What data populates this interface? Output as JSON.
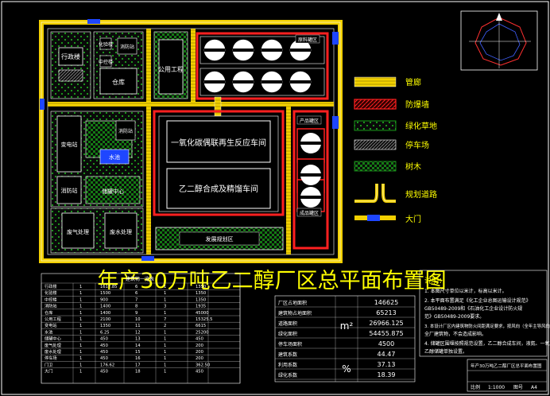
{
  "drawing": {
    "title": "年产30万吨乙二醇厂区总平面布置图",
    "colors": {
      "background": "#000000",
      "road": "#f2d000",
      "road_edge": "#ffffff",
      "border": "#ffffff",
      "fire_wall": "#ff2020",
      "greenery": "#20c020",
      "trees": "#20a020",
      "gate": "#1e46ff",
      "title_text": "#ffff00",
      "building_label": "#ffffff",
      "yellow_text": "#ffff00",
      "compass": "#ff3030",
      "compass_blue": "#4060ff"
    },
    "buildings": {
      "office": "行政楼",
      "b2": "化验楼",
      "b3": "消防站",
      "b4": "中控楼",
      "warehouse": "仓库",
      "utility": "公用工程",
      "tank_top": "原料罐区",
      "reactor1": "一氧化碳偶联再生反应车间",
      "reactor2": "乙二醇合成及精馏车间",
      "tank_right_top": "产品罐区",
      "tank_right_bottom": "成品罐区",
      "power": "变电站",
      "water": "水池",
      "fire": "消防站",
      "storage_center": "储罐中心",
      "waste_gas": "废气处理",
      "waste_water": "废水处理",
      "expansion": "发展规划区"
    },
    "legend": [
      {
        "key": "pipe",
        "label": "管廊"
      },
      {
        "key": "firewall",
        "label": "防爆墙"
      },
      {
        "key": "green",
        "label": "绿化草地"
      },
      {
        "key": "parking",
        "label": "停车场"
      },
      {
        "key": "trees",
        "label": "树木"
      },
      {
        "key": "road",
        "label": "规划道路"
      },
      {
        "key": "gate",
        "label": "大门"
      }
    ],
    "table_left": {
      "title": "建筑物一览表",
      "rows": [
        [
          "行政楼",
          "1",
          "1617.85",
          "6",
          "1",
          "1350"
        ],
        [
          "化验楼",
          "1",
          "1500",
          "6",
          "1",
          "1350"
        ],
        [
          "中控楼",
          "1",
          "900",
          "7",
          "1",
          "1350"
        ],
        [
          "消防站",
          "1",
          "1400",
          "8",
          "3",
          "1935"
        ],
        [
          "仓库",
          "1",
          "1400",
          "9",
          "1",
          "45000"
        ],
        [
          "公用工程",
          "1",
          "2100",
          "10",
          "7",
          "15325.5"
        ],
        [
          "变电站",
          "1",
          "1350",
          "11",
          "2",
          "6615"
        ],
        [
          "水池",
          "1",
          "6.25",
          "12",
          "1",
          "25200"
        ],
        [
          "储罐中心",
          "1",
          "450",
          "13",
          "1",
          "450"
        ],
        [
          "废气处理",
          "1",
          "450",
          "14",
          "1",
          "200"
        ],
        [
          "废水处理",
          "1",
          "450",
          "15",
          "1",
          "200"
        ],
        [
          "停车场",
          "1",
          "450",
          "16",
          "1",
          "200"
        ],
        [
          "门卫",
          "1",
          "176.62",
          "17",
          "1",
          "362.50"
        ],
        [
          "大门",
          "1",
          "450",
          "18",
          "1",
          "450"
        ]
      ]
    },
    "table_mid": {
      "unit_area": "m²",
      "unit_pct": "%",
      "rows": [
        {
          "label": "厂区占地面积",
          "value": "146625"
        },
        {
          "label": "建筑物占地面积",
          "value": "65213"
        },
        {
          "label": "道路面积",
          "value": "26966.125"
        },
        {
          "label": "绿化面积",
          "value": "54455.875"
        },
        {
          "label": "停车场面积",
          "value": "4500"
        },
        {
          "label": "建筑系数",
          "value": "44.47"
        },
        {
          "label": "利用系数",
          "value": "37.13"
        },
        {
          "label": "绿化系数",
          "value": "18.39"
        }
      ]
    },
    "notes": {
      "heading": "说明：",
      "lines": [
        "1. 本图尺寸单位以米计，标高以米计。",
        "2. 本平面布置满足《化工企业总图运输设计规范》",
        "GB50489-2009和《石油化工企业设计防火规",
        "范》GB50489-2009要求。",
        "3. 本设计厂区内建筑物防火间距满足要求，按风向（全年主导风向）布置",
        "全厂建筑物，不会造成影响。",
        "4. 储罐区围堰按照规范设置，乙二醇合成车间，液氮、一氧化碳、",
        "乙醇储罐单独设置。"
      ]
    },
    "title_block": {
      "right_text": "年产30万吨乙二醇厂区总平面布置图",
      "bottom": [
        "比例",
        "1:1000",
        "图号",
        "A4"
      ]
    }
  }
}
